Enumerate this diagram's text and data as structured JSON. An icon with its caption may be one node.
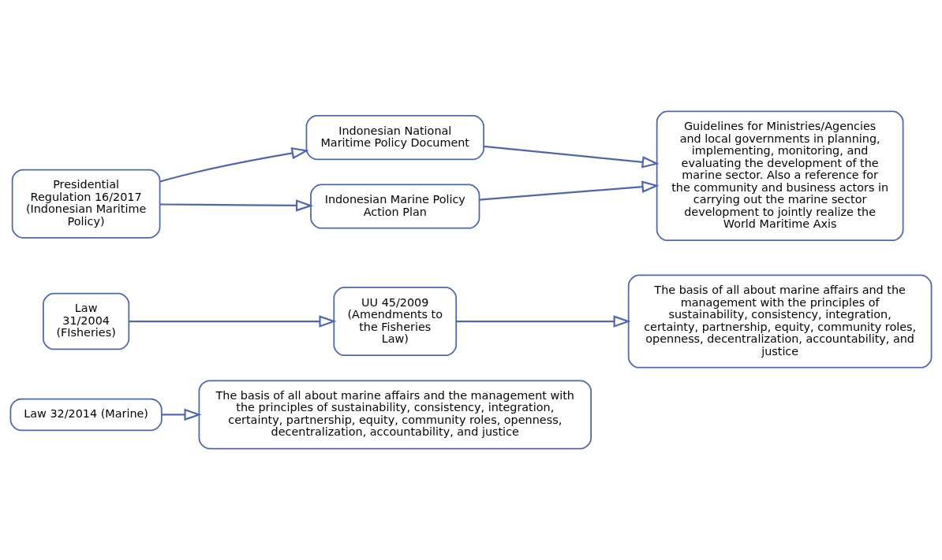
{
  "diagram": {
    "nodes": [
      {
        "text": [
          "Law 32/2014 (Marine)"
        ]
      },
      {
        "text": [
          "The basis of all about marine affairs and the management with the principles of sustainability, consistency, integration, certainty, partnership, equity, community roles, openness, decentralization, accountability, and justice"
        ]
      },
      {
        "text": [
          "Law 31/2004 (FIsheries)"
        ]
      },
      {
        "text": [
          "UU 45/2009 (Amendments to the Fisheries Law)"
        ]
      },
      {
        "text": [
          "The basis of all about marine affairs and the management with the principles of sustainability, consistency, integration, certainty, partnership, equity, community roles, openness, decentralization, accountability, and justice"
        ]
      },
      {
        "text": [
          "Presidential Regulation 16/2017 (Indonesian Maritime Policy)"
        ]
      },
      {
        "text": [
          "Indonesian National Maritime Policy Document"
        ]
      },
      {
        "text": [
          "Indonesian Marine Policy Action Plan"
        ]
      },
      {
        "text": [
          "Guidelines for Ministries/Agencies and local governments in planning, implementing, monitoring, and evaluating the development of the marine sector. Also a reference for the community and business actors in carrying out the marine sector development to jointly realize the World Maritime Axis"
        ]
      }
    ],
    "edges": [
      {
        "from": 0,
        "to": 1,
        "arrow": "to"
      },
      {
        "from": 2,
        "to": 3,
        "arrow": "to"
      },
      {
        "from": 3,
        "to": 4,
        "arrow": "to"
      },
      {
        "from": 5,
        "to": 6,
        "arrow": "to"
      },
      {
        "from": 5,
        "to": 7,
        "arrow": "to"
      },
      {
        "from": 6,
        "to": 8,
        "arrow": "to"
      },
      {
        "from": 7,
        "to": 8,
        "arrow": "to"
      }
    ]
  }
}
